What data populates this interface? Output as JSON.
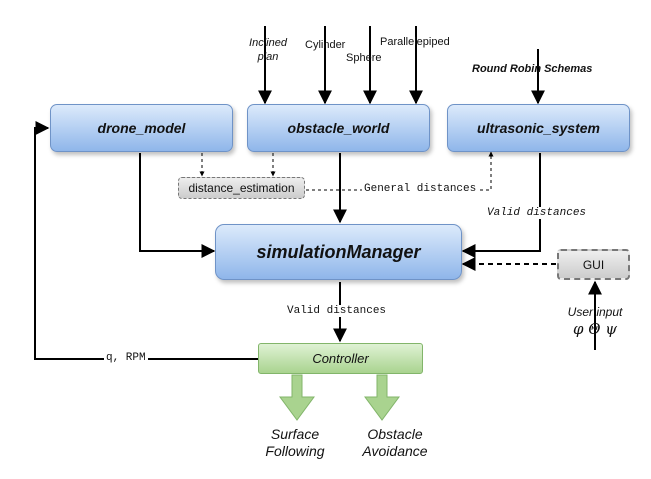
{
  "inputs": {
    "inclined_plan": "Inclined\nplan",
    "cylinder": "Cylinder",
    "sphere": "Sphere",
    "parallelepiped": "Parallelepiped",
    "round_robin": "Round Robin Schemas"
  },
  "nodes": {
    "drone_model": "drone_model",
    "obstacle_world": "obstacle_world",
    "ultrasonic_system": "ultrasonic_system",
    "distance_estimation": "distance_estimation",
    "simulation_manager": "simulationManager",
    "gui": "GUI",
    "controller": "Controller"
  },
  "edges": {
    "general_distances": "General distances",
    "valid_distances_top": "Valid distances",
    "valid_distances_bottom": "Valid distances",
    "feedback": "q, RPM"
  },
  "user_input": {
    "label": "User input",
    "angles": "φ Θ ψ"
  },
  "outputs": {
    "surface_following": "Surface\nFollowing",
    "obstacle_avoidance": "Obstacle\nAvoidance"
  },
  "colors": {
    "blue_node": "#8fb6ea",
    "green_node": "#a9d38f",
    "gray_node": "#cccccc",
    "arrow": "#000000",
    "output_arrow": "#9bcf80"
  }
}
